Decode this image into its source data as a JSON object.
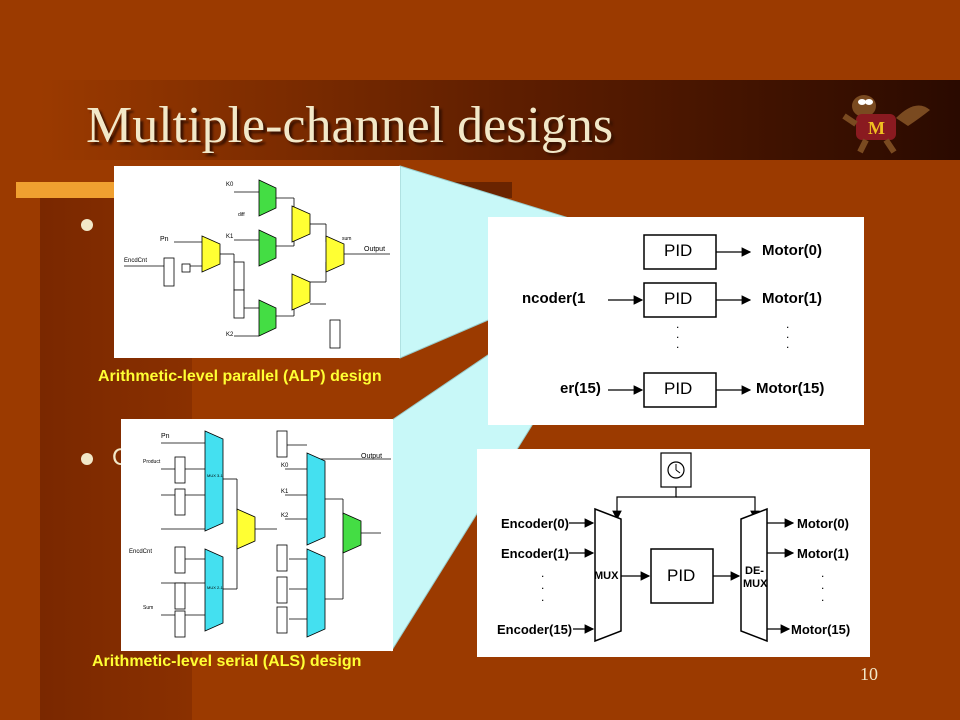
{
  "slide": {
    "title": "Multiple-channel designs",
    "page_number": "10"
  },
  "captions": {
    "alp": "Arithmetic-level parallel (ALP) design",
    "als": "Arithmetic-level serial (ALS) design"
  },
  "bullets": [
    {
      "text": ""
    },
    {
      "text": "C"
    }
  ],
  "top_diagram": {
    "block_label": "PID",
    "rows": [
      {
        "input": "",
        "output": "Motor(0)"
      },
      {
        "input": "ncoder(1",
        "output": "Motor(1)"
      },
      {
        "input": "er(15)",
        "output": "Motor(15)"
      }
    ],
    "ellipsis": "."
  },
  "bottom_diagram": {
    "inputs": [
      "Encoder(0)",
      "Encoder(1)",
      "Encoder(15)"
    ],
    "outputs": [
      "Motor(0)",
      "Motor(1)",
      "Motor(15)"
    ],
    "mux_label": "MUX",
    "pid_label": "PID",
    "demux_label_1": "DE-",
    "demux_label_2": "MUX",
    "ellipsis": "."
  },
  "alp_schematic": {
    "k0": "K0",
    "k1": "K1",
    "k2": "K2",
    "pn": "Pn",
    "encd": "EncdCnt",
    "output": "Output",
    "reg": "R\nE\nG",
    "minus": "-",
    "plus": "+",
    "times": "*",
    "sum": "sum",
    "diff": "diff"
  },
  "als_schematic": {
    "pn": "Pn",
    "encd": "EncdCnt",
    "output": "Output",
    "k0": "K0",
    "k1": "K1",
    "k2": "K2",
    "product": "Product",
    "sum": "Sum",
    "mux31": "MUX 3-1",
    "mux21": "MUX 2-1",
    "plus": "+",
    "times": "*"
  },
  "colors": {
    "background": "#9b3a00",
    "title_bar": "#3a1000",
    "accent_orange": "#f0a030",
    "caption_yellow": "#ffff33",
    "zoom_cyan": "#c8f8f8",
    "adder_yellow": "#ffff33",
    "mult_green": "#44dd44",
    "mux_cyan": "#44e0f0"
  }
}
